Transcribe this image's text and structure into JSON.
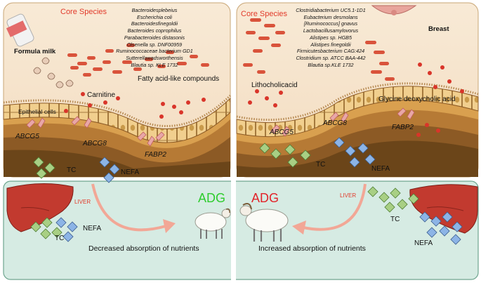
{
  "left": {
    "core_species_title": "Core Species",
    "species": [
      "Bacteroidesplebeius",
      "Escherichia coli",
      "Bacteroidesfinegoldii",
      "Bacteroides coprophilus",
      "Parabacteroides distasonis",
      "Olsenella sp. DNF00959",
      "Ruminococcaceae bacterium GD1",
      "Sutterellawadsworthensis",
      "Blautia sp. KLE 1732"
    ],
    "food_label": "Formula milk",
    "metabolite1": "Carnitine",
    "metabolite2": "Fatty acid-like compounds",
    "epithelial": "Epithelial cells",
    "gene1": "ABCG5",
    "gene2": "ABCG8",
    "gene3": "FABP2",
    "tc": "TC",
    "nefa": "NEFA",
    "liver_label": "LIVER",
    "adg": "ADG",
    "liver_tc": "TC",
    "liver_nefa": "NEFA",
    "caption": "Decreased absorption of nutrients"
  },
  "right": {
    "core_species_title": "Core Species",
    "species": [
      "Clostridiabacterium UC5.1-1D1",
      "Eubacterium desmolans",
      "[Ruminococcus] gnavus",
      "Lactobacillusamylovorus",
      "Alistipes sp. HGB5",
      "Alistipes finegoldii",
      "Firmicutesbacterium CAG:424",
      "Clostridium sp. ATCC BAA-442",
      "Blautia sp.KLE 1732"
    ],
    "food_label": "Breast",
    "metabolite1": "Lithocholicacid",
    "metabolite2": "Glycine deoxycholic acid",
    "gene1": "ABCG5",
    "gene2": "ABCG8",
    "gene3": "FABP2",
    "tc": "TC",
    "nefa": "NEFA",
    "liver_label": "LIVER",
    "adg": "ADG",
    "liver_tc": "TC",
    "liver_nefa": "NEFA",
    "caption": "Increased absorption of nutrients"
  },
  "colors": {
    "lumen": "#f7e6cf",
    "epithelium": "#d9a85c",
    "liver_panel": "#d6ebe3",
    "liver": "#c23a2f",
    "tc_box": "#a8cf84",
    "nefa_box": "#8cb4e6",
    "accent_red": "#e23a2a"
  }
}
